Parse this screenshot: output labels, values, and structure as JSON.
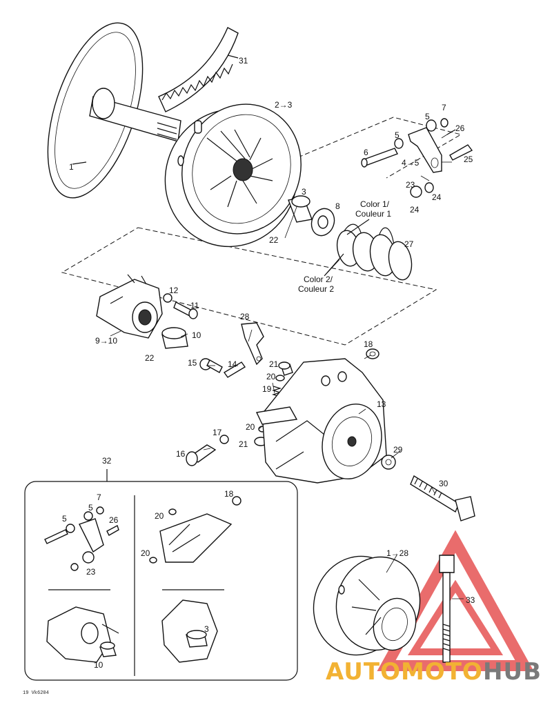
{
  "diagram_code": "19 Vk6204",
  "labels": {
    "l1": "1",
    "l2": "2→3",
    "l3": "3",
    "l4": "4→5",
    "l5a": "5",
    "l5b": "5",
    "l6": "6",
    "l7": "7",
    "l8": "8",
    "l9": "9→10",
    "l10": "10",
    "l10b": "10",
    "l11": "11",
    "l12": "12",
    "l13": "13",
    "l14": "14",
    "l15": "15",
    "l16": "16",
    "l17": "17",
    "l18": "18",
    "l19": "19",
    "l20": "20",
    "l20b": "20",
    "l21": "21",
    "l21b": "21",
    "l22a": "22",
    "l22b": "22",
    "l23": "23",
    "l24a": "24",
    "l24b": "24",
    "l25": "25",
    "l26": "26",
    "l27": "27",
    "l28": "28",
    "l29": "29",
    "l30": "30",
    "l31": "31",
    "l32": "32",
    "l33": "33",
    "l128": "1→28",
    "i5": "5",
    "i5b": "5",
    "i7": "7",
    "i26": "26",
    "i23": "23",
    "i18": "18",
    "i20a": "20",
    "i20b": "20",
    "i10": "10",
    "i3": "3"
  },
  "color1_lines": [
    "Color 1/",
    "Couleur 1"
  ],
  "color2_lines": [
    "Color 2/",
    "Couleur 2"
  ],
  "watermark": {
    "prefix": "AUTOMOTO",
    "suffix": "HUB",
    "prefix_color": "#f2b233",
    "suffix_color": "#7a7a7a",
    "triangle_color": "#e23b3b"
  }
}
